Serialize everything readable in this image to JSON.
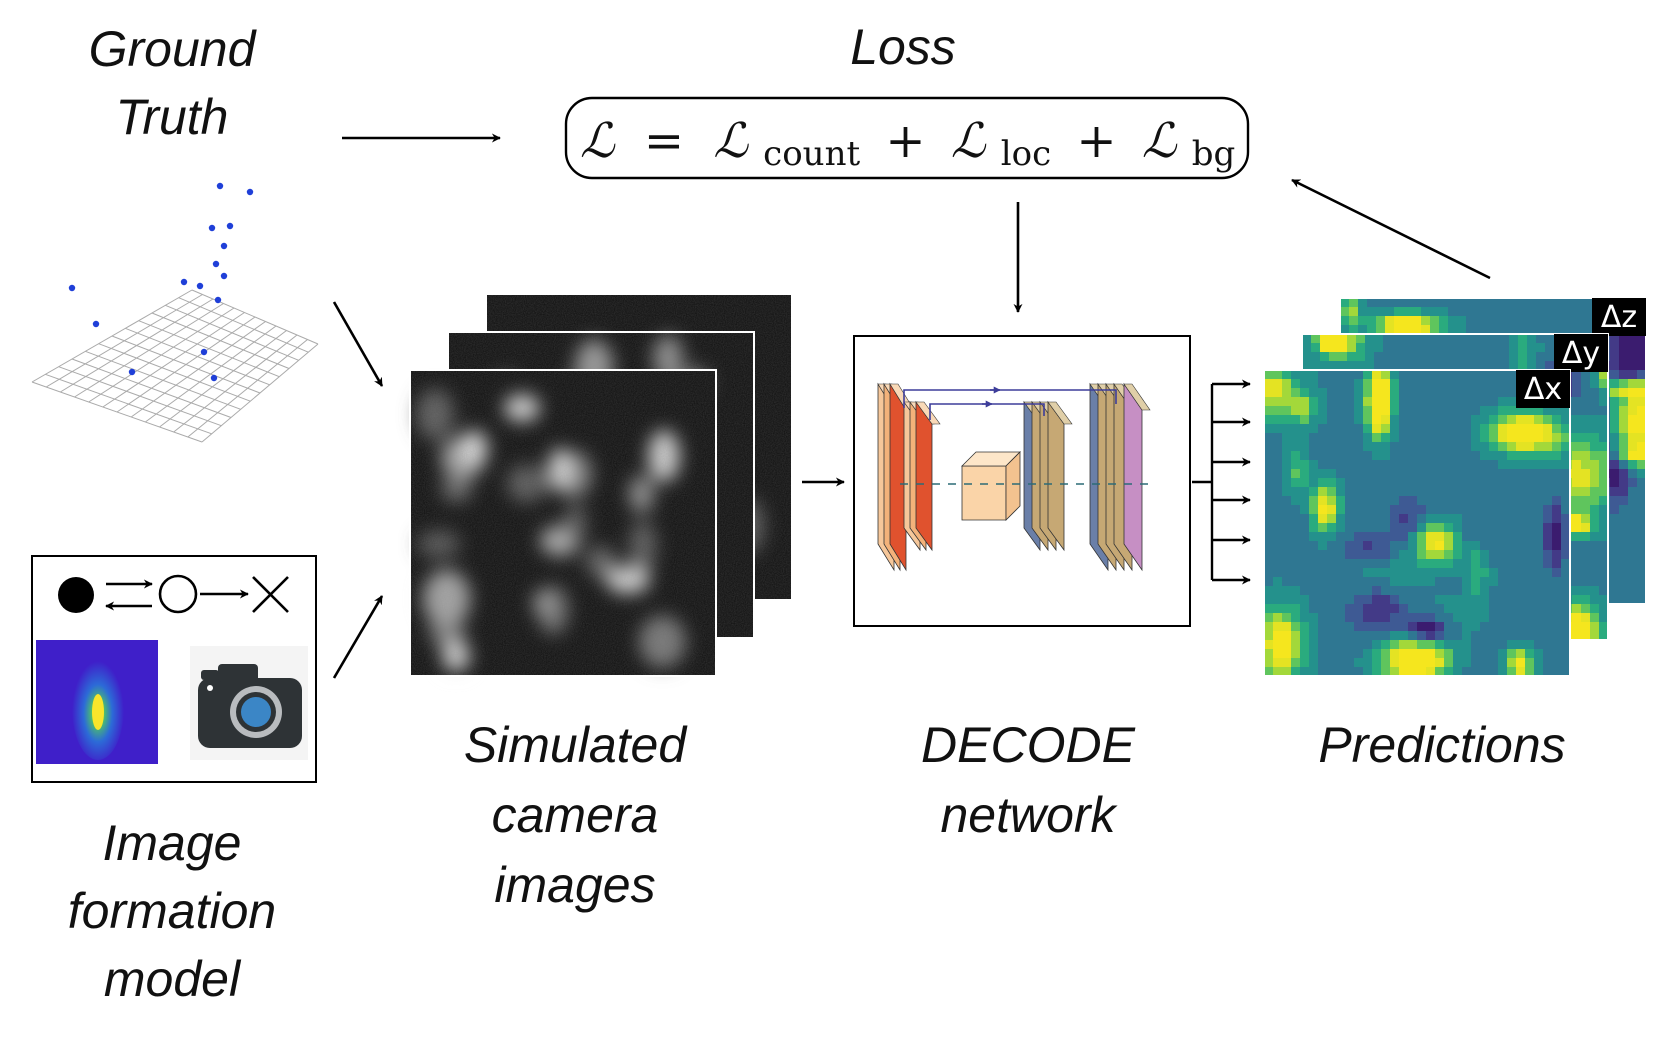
{
  "labels": {
    "ground_truth_line1": "Ground",
    "ground_truth_line2": "Truth",
    "loss_title": "Loss",
    "image_formation_line1": "Image",
    "image_formation_line2": "formation",
    "image_formation_line3": "model",
    "simulated_line1": "Simulated",
    "simulated_line2": "camera",
    "simulated_line3": "images",
    "decode_line1": "DECODE",
    "decode_line2": "network",
    "predictions": "Predictions"
  },
  "loss_formula": {
    "total": "ℒ",
    "equals": "=",
    "plus": "+",
    "term_symbol": "ℒ",
    "count_subscript": "count",
    "loc_subscript": "loc",
    "bg_subscript": "bg"
  },
  "prediction_tags": {
    "dz": "Δz",
    "dy": "Δy",
    "dx": "Δx"
  },
  "icons": {
    "state_filled": "filled-circle-icon",
    "state_empty": "empty-circle-icon",
    "state_bleached": "cross-icon",
    "camera": "camera-icon",
    "psf": "psf-image"
  },
  "colors": {
    "emitter_dots": "#1f3fd8",
    "grid_lines": "#aaaaaa",
    "conv_orange": "#f3b27a",
    "conv_red": "#e0522e",
    "bottleneck": "#fad4a8",
    "decoder_tan": "#c6a874",
    "decoder_blue": "#6a7fa8",
    "output_purple": "#c68fc4",
    "skip_line": "#3d3d9a"
  }
}
